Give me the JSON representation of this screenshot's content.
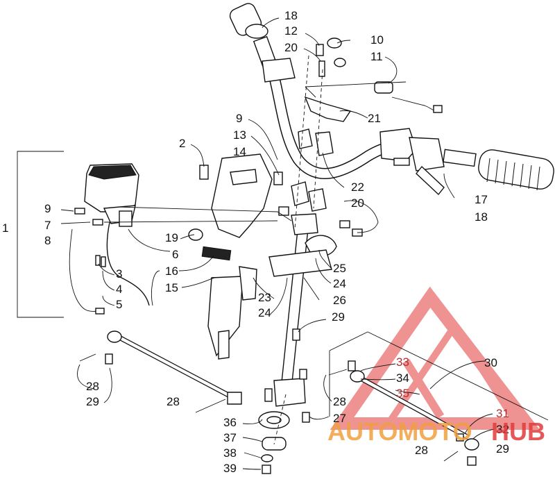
{
  "diagram": {
    "labels": {
      "l1": "1",
      "l2": "2",
      "l3": "3",
      "l4": "4",
      "l5": "5",
      "l6": "6",
      "l7": "7",
      "l8": "8",
      "l9a": "9",
      "l9b": "9",
      "l10": "10",
      "l11": "11",
      "l12": "12",
      "l13": "13",
      "l14": "14",
      "l15": "15",
      "l16": "16",
      "l17": "17",
      "l18a": "18",
      "l18b": "18",
      "l19": "19",
      "l20a": "20",
      "l20b": "20",
      "l21": "21",
      "l22": "22",
      "l23": "23",
      "l24a": "24",
      "l24b": "24",
      "l25": "25",
      "l26": "26",
      "l27": "27",
      "l28a": "28",
      "l28b": "28",
      "l28c": "28",
      "l28d": "28",
      "l29a": "29",
      "l29b": "29",
      "l29c": "29",
      "l30": "30",
      "l31": "31",
      "l32": "32",
      "l33": "33",
      "l34": "34",
      "l35": "35",
      "l36": "36",
      "l37": "37",
      "l38": "38",
      "l39": "39"
    }
  },
  "watermark": {
    "brand_left": "AUTOMOTO",
    "brand_right": "HUB",
    "colors": {
      "triangle": "#e23a3a",
      "text": "#f0a040",
      "hub": "#e23a3a"
    }
  }
}
